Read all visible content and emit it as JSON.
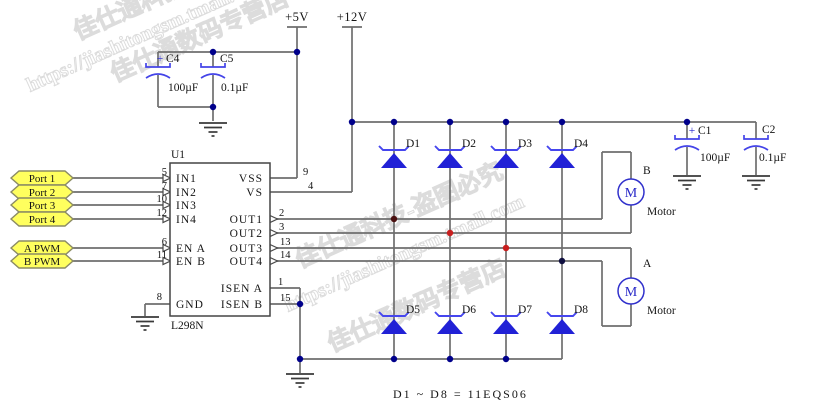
{
  "power": {
    "v5": "+5V",
    "v12": "+12V"
  },
  "ic": {
    "ref": "U1",
    "part": "L298N",
    "left_pins": [
      {
        "num": "5",
        "name": "IN1"
      },
      {
        "num": "7",
        "name": "IN2"
      },
      {
        "num": "10",
        "name": "IN3"
      },
      {
        "num": "12",
        "name": "IN4"
      },
      {
        "num": "6",
        "name": "EN A"
      },
      {
        "num": "11",
        "name": "EN B"
      },
      {
        "num": "8",
        "name": "GND"
      }
    ],
    "right_pins": [
      {
        "num": "9",
        "name": "VSS"
      },
      {
        "num": "4",
        "name": "VS"
      },
      {
        "num": "2",
        "name": "OUT1"
      },
      {
        "num": "3",
        "name": "OUT2"
      },
      {
        "num": "13",
        "name": "OUT3"
      },
      {
        "num": "14",
        "name": "OUT4"
      },
      {
        "num": "1",
        "name": "ISEN A"
      },
      {
        "num": "15",
        "name": "ISEN B"
      }
    ]
  },
  "connectors": [
    "Port 1",
    "Port 2",
    "Port 3",
    "Port 4",
    "A PWM",
    "B PWM"
  ],
  "capacitors": {
    "c4": {
      "plus": "+",
      "ref": "C4",
      "value": "100µF"
    },
    "c5": {
      "ref": "C5",
      "value": "0.1µF"
    },
    "c1": {
      "plus": "+",
      "ref": "C1",
      "value": "100µF"
    },
    "c2": {
      "ref": "C2",
      "value": "0.1µF"
    }
  },
  "diodes": [
    "D1",
    "D2",
    "D3",
    "D4",
    "D5",
    "D6",
    "D7",
    "D8"
  ],
  "motors": [
    {
      "channel": "B",
      "symbol": "M",
      "caption": "Motor"
    },
    {
      "channel": "A",
      "symbol": "M",
      "caption": "Motor"
    }
  ],
  "note": "D1 ~ D8 = 11EQS06",
  "watermark": {
    "brand": "佳仕通科技-盗图必究",
    "url": "https://jiashitongsm.tmall.com",
    "store": "佳仕通数码专营店"
  },
  "colors": {
    "diode_blue": "#2121d6",
    "wire_gray": "#6e6e6e",
    "junction_blue": "#00008b",
    "junction_red": "#c81e1e",
    "connector_yellow": "#ffff5e"
  }
}
